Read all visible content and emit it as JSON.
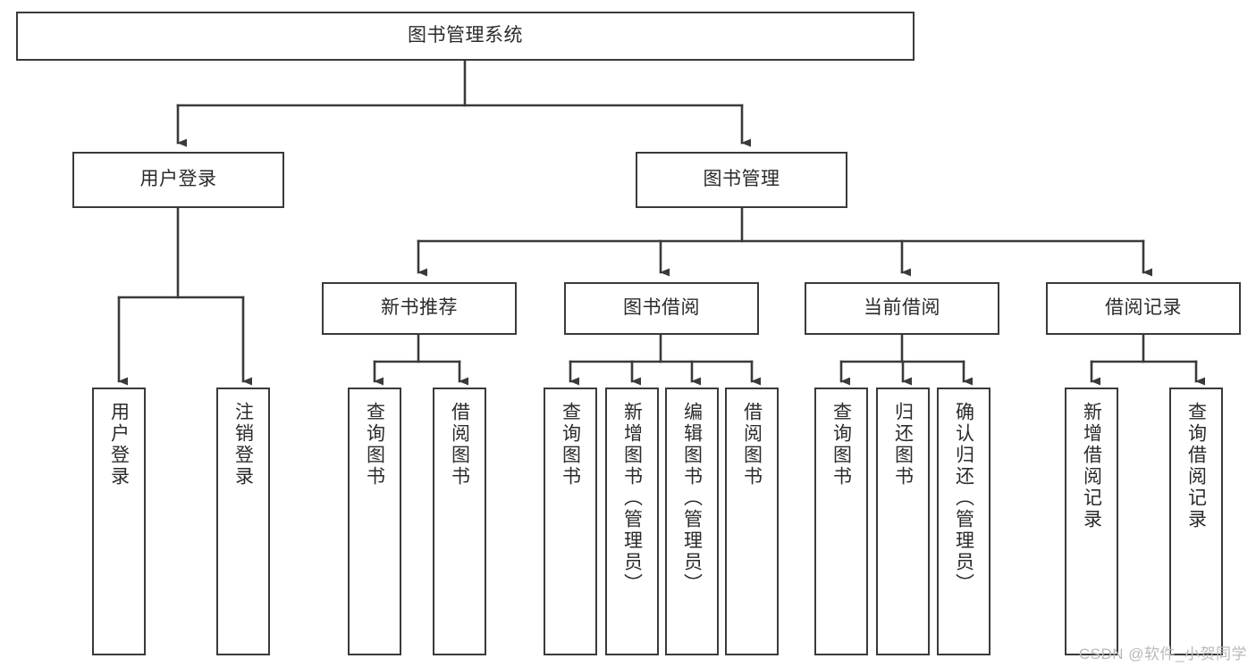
{
  "diagram": {
    "title": "图书管理系统",
    "type": "tree-hierarchy-diagram",
    "colors": {
      "box_border": "#3a3a3a",
      "box_fill": "#ffffff",
      "edge": "#3a3a3a",
      "text": "#2b2b2b",
      "background": "#ffffff",
      "watermark": "#b9b9b9"
    },
    "root": {
      "id": "root",
      "label": "图书管理系统"
    },
    "level2": [
      {
        "id": "user-login",
        "label": "用户登录"
      },
      {
        "id": "book-management",
        "label": "图书管理"
      }
    ],
    "level3": [
      {
        "id": "new-book-recommend",
        "label": "新书推荐"
      },
      {
        "id": "book-borrow",
        "label": "图书借阅"
      },
      {
        "id": "current-borrow",
        "label": "当前借阅"
      },
      {
        "id": "borrow-record",
        "label": "借阅记录"
      }
    ],
    "leaves": {
      "user_login": [
        {
          "id": "leaf-user-login",
          "label": "用户登录"
        },
        {
          "id": "leaf-logout-login",
          "label": "注销登录"
        }
      ],
      "new_book_recommend": [
        {
          "id": "leaf-query-book-1",
          "label": "查询图书"
        },
        {
          "id": "leaf-borrow-book-1",
          "label": "借阅图书"
        }
      ],
      "book_borrow": [
        {
          "id": "leaf-query-book-2",
          "label": "查询图书"
        },
        {
          "id": "leaf-add-book",
          "label": "新增图书（管理员）"
        },
        {
          "id": "leaf-edit-book",
          "label": "编辑图书（管理员）"
        },
        {
          "id": "leaf-borrow-book-2",
          "label": "借阅图书"
        }
      ],
      "current_borrow": [
        {
          "id": "leaf-query-book-3",
          "label": "查询图书"
        },
        {
          "id": "leaf-return-book",
          "label": "归还图书"
        },
        {
          "id": "leaf-confirm-return",
          "label": "确认归还（管理员）"
        }
      ],
      "borrow_record": [
        {
          "id": "leaf-add-borrow-record",
          "label": "新增借阅记录"
        },
        {
          "id": "leaf-query-borrow-record",
          "label": "查询借阅记录"
        }
      ]
    }
  },
  "watermark": {
    "text": "CSDN @软件_小贺同学"
  }
}
